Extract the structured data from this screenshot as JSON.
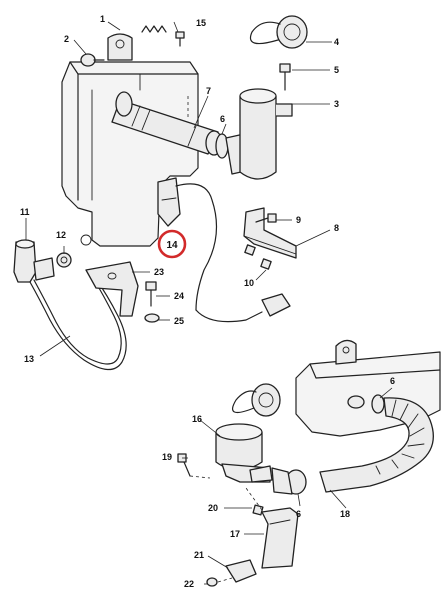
{
  "diagram": {
    "callouts": {
      "c1": "1",
      "c2": "2",
      "c3": "3",
      "c4": "4",
      "c5": "5",
      "c6a": "6",
      "c7": "7",
      "c8": "8",
      "c9": "9",
      "c10": "10",
      "c11": "11",
      "c12": "12",
      "c13": "13",
      "c14": "14",
      "c15": "15",
      "c16": "16",
      "c17": "17",
      "c18": "18",
      "c19": "19",
      "c20": "20",
      "c21": "21",
      "c22": "22",
      "c23": "23",
      "c24": "24",
      "c25": "25",
      "c6b": "6",
      "c6c": "6"
    },
    "highlight_color": "#d22a2a"
  }
}
